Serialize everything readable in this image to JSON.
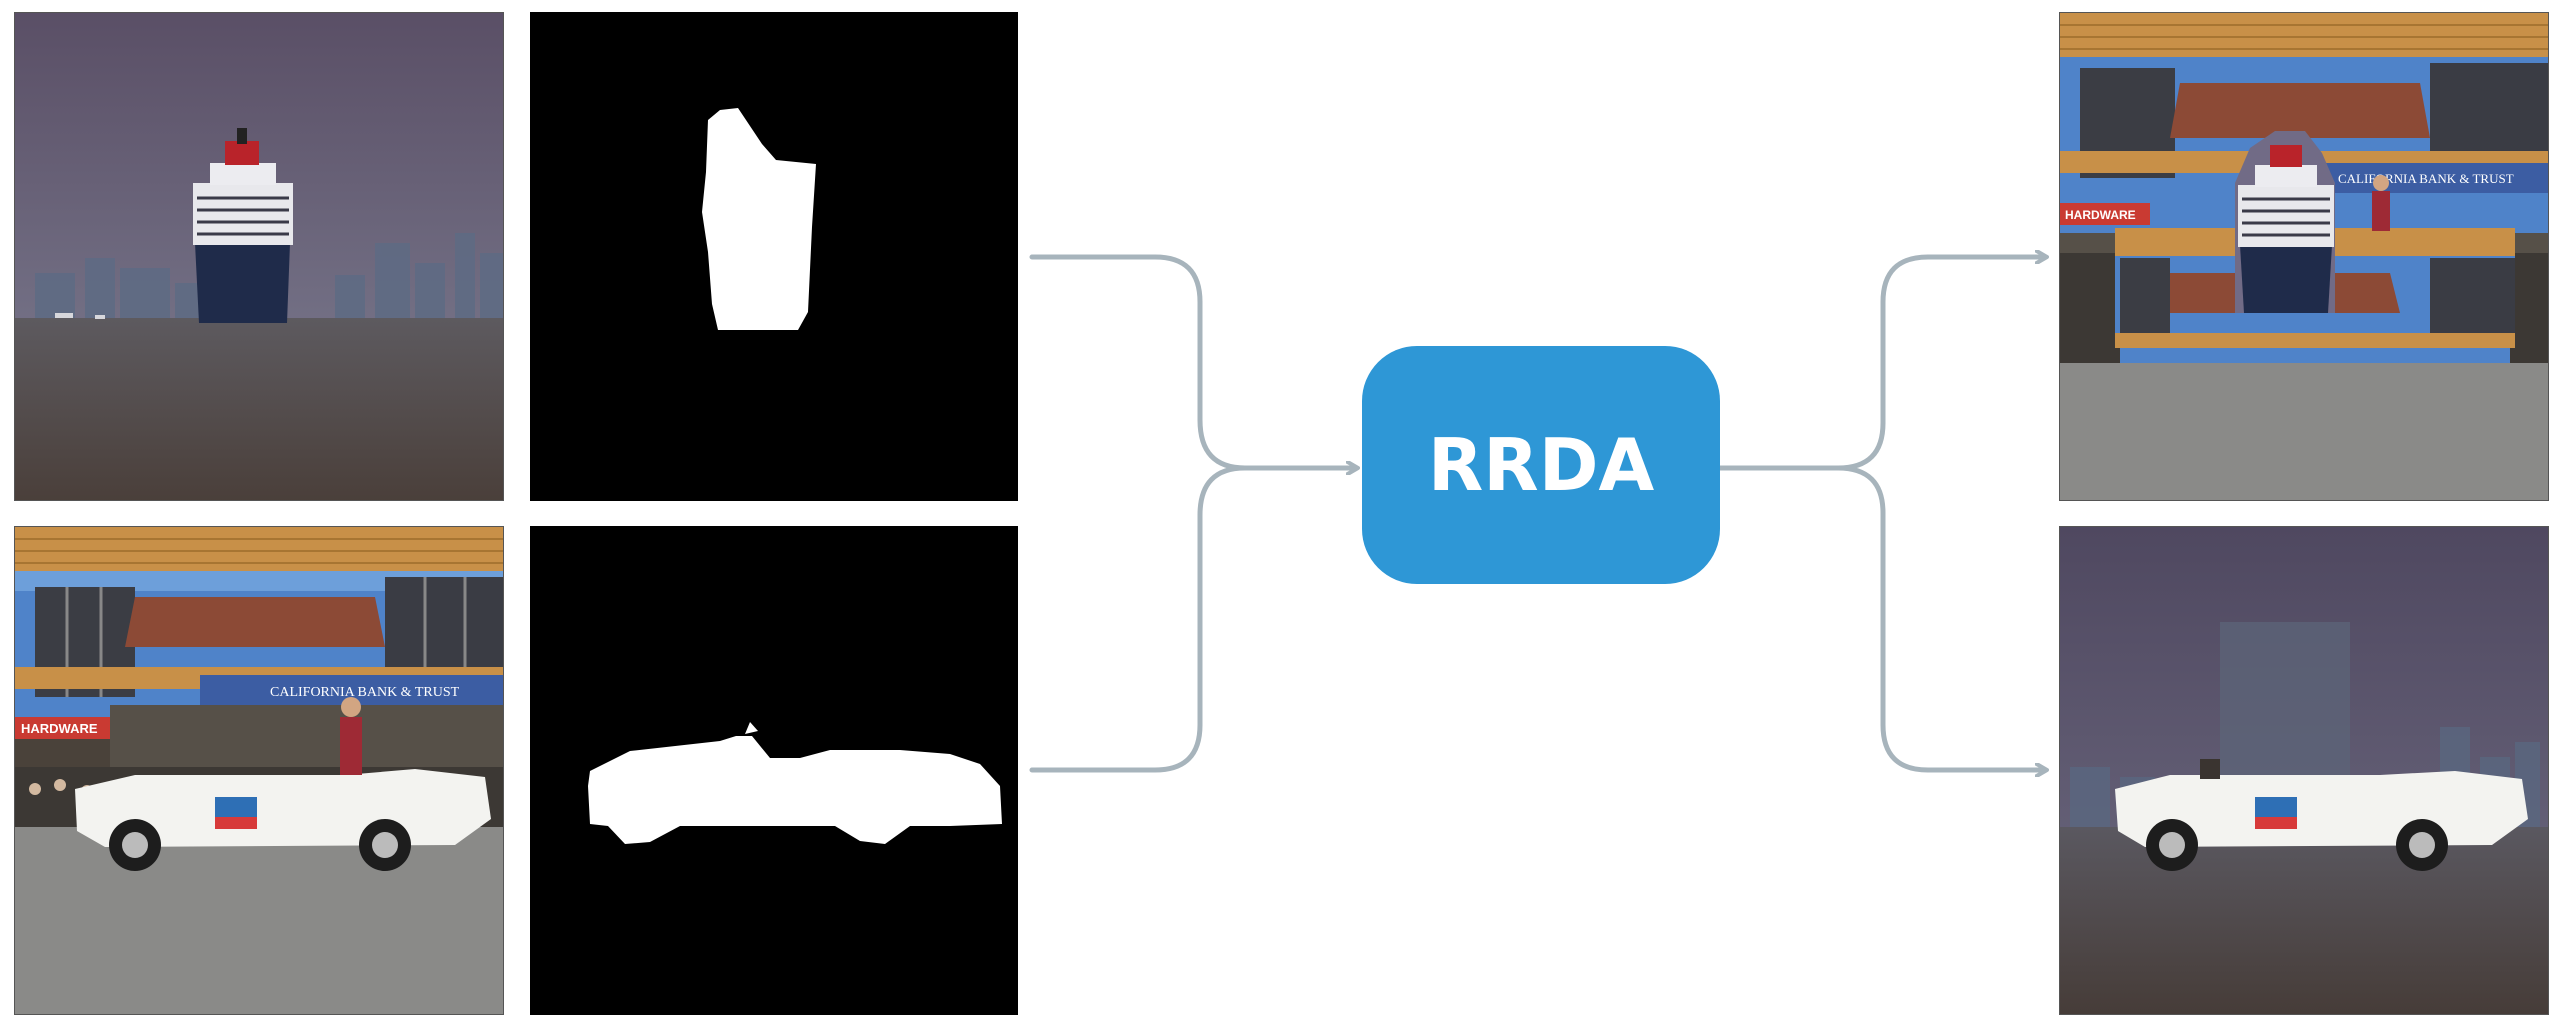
{
  "center_block": {
    "label": "RRDA",
    "fill": "#2e97d6",
    "text_color": "#ffffff"
  },
  "arrow_color": "#a7b4bc",
  "inputs": [
    {
      "image": "ship-harbor-photo",
      "mask": "ship-silhouette-mask"
    },
    {
      "image": "parade-car-photo",
      "mask": "car-silhouette-mask"
    }
  ],
  "outputs": [
    {
      "image": "ship-on-building-composite"
    },
    {
      "image": "car-on-harbor-composite"
    }
  ],
  "sign_text": {
    "bank": "CALIFORNIA BANK & TRUST",
    "hardware": "HARDWARE"
  }
}
